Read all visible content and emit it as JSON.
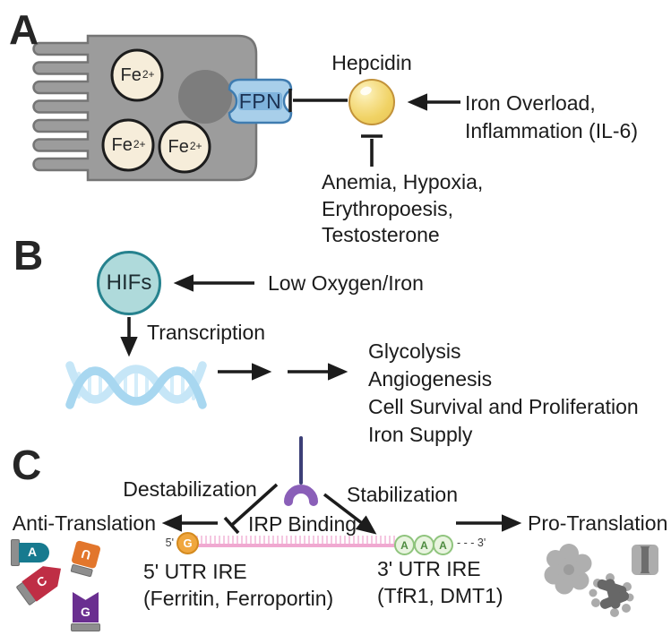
{
  "figure": {
    "panel_a": {
      "label": "A",
      "fe_base": "Fe",
      "fe_sup": "2+",
      "fpn": "FPN",
      "hepcidin": "Hepcidin",
      "stimulators_line1": "Iron Overload,",
      "stimulators_line2": "Inflammation (IL-6)",
      "inhibitors_line1": "Anemia, Hypoxia,",
      "inhibitors_line2": "Erythropoesis,",
      "inhibitors_line3": "Testosterone"
    },
    "panel_b": {
      "label": "B",
      "hifs": "HIFs",
      "input": "Low Oxygen/Iron",
      "process": "Transcription",
      "outputs": [
        "Glycolysis",
        "Angiogenesis",
        "Cell Survival and Proliferation",
        "Iron Supply"
      ]
    },
    "panel_c": {
      "label": "C",
      "destabilization": "Destabilization",
      "stabilization": "Stabilization",
      "irp_binding": "IRP Binding",
      "anti_translation": "Anti-Translation",
      "pro_translation": "Pro-Translation",
      "five_prime": "5'",
      "cap_g": "G",
      "poly_a": [
        "A",
        "A",
        "A"
      ],
      "three_prime": "- - - 3'",
      "utr5_title": "5' UTR IRE",
      "utr5_genes": "(Ferritin, Ferroportin)",
      "utr3_title": "3' UTR IRE",
      "utr3_genes": "(TfR1, DMT1)",
      "nt_a": "A",
      "nt_u": "U",
      "nt_c": "C",
      "nt_g": "G"
    },
    "colors": {
      "cell_gray": "#9C9C9C",
      "fe_fill": "#F6EDDA",
      "fpn_blue": "#A8CFEA",
      "hepcidin_gold": "#F0D264",
      "hifs_teal": "#AFDADB",
      "hifs_border": "#26828E",
      "dna_blue": "#A8D7F0",
      "irp_purple": "#8A5FB8",
      "mrna_pink": "#F0A9D1",
      "cap_orange": "#F0A73E",
      "polya_green": "#8FC47D",
      "nt_a_teal": "#177A8F",
      "nt_u_orange": "#E2762C",
      "nt_c_red": "#BF2E45",
      "nt_g_purple": "#6A2F90",
      "line_black": "#1c1c1c"
    }
  }
}
